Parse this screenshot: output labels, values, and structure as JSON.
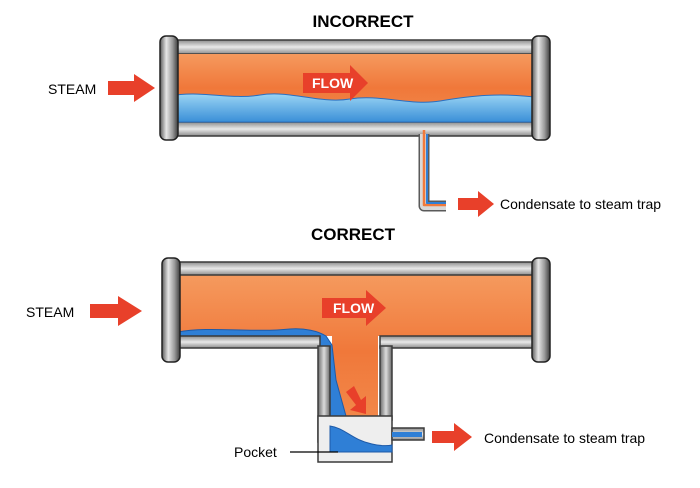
{
  "incorrect": {
    "title": "INCORRECT",
    "steam_label": "STEAM",
    "flow_label": "FLOW",
    "condensate_label": "Condensate to steam trap"
  },
  "correct": {
    "title": "CORRECT",
    "steam_label": "STEAM",
    "flow_label": "FLOW",
    "condensate_label": "Condensate to steam trap",
    "pocket_label": "Pocket"
  },
  "colors": {
    "steam": "#f07a3c",
    "water": "#2f7fd6",
    "water_light": "#7cc4ee",
    "arrow": "#e8402a",
    "pipe": "#c8c8c8",
    "pipe_dark": "#3a3a3a"
  }
}
